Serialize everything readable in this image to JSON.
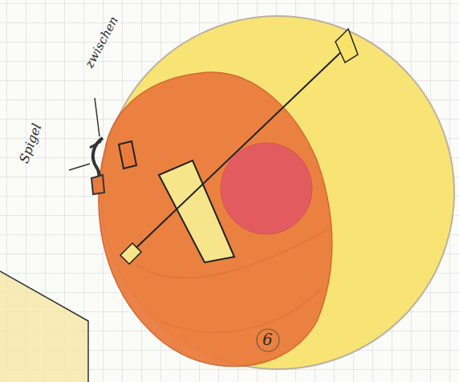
{
  "diagram": {
    "labels": [
      "zwischen",
      "Spigel",
      "6"
    ]
  }
}
